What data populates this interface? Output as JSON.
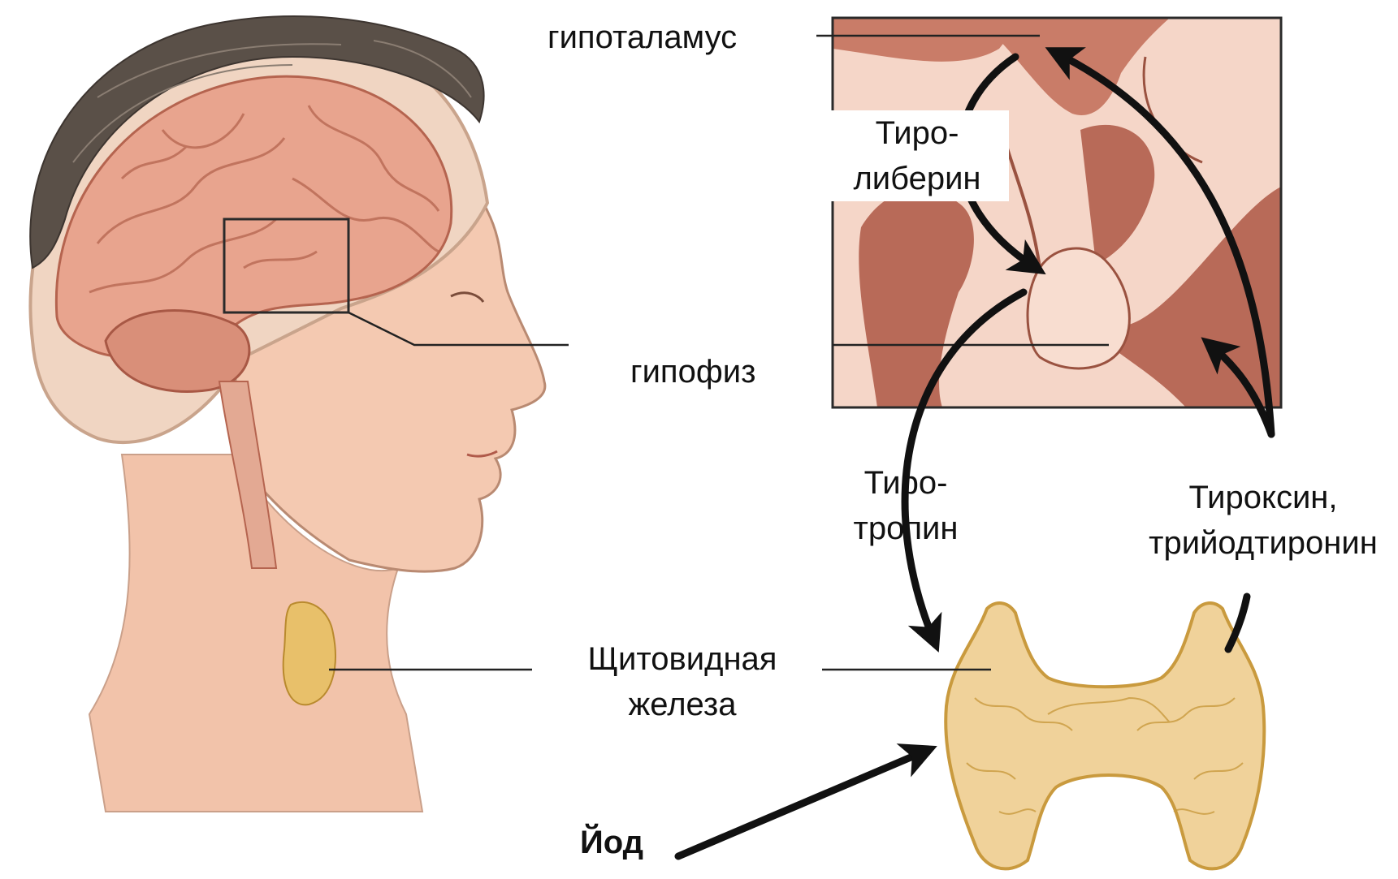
{
  "labels": {
    "hypothalamus": "гипоталамус",
    "thyroliberin_1": "Тиро-",
    "thyroliberin_2": "либерин",
    "pituitary": "гипофиз",
    "thyrotropin_1": "Тиро-",
    "thyrotropin_2": "тропин",
    "thyroxine_1": "Тироксин,",
    "thyroxine_2": "трийодтиронин",
    "thyroid_1": "Щитовидная",
    "thyroid_2": "железа",
    "iodine": "Йод"
  },
  "colors": {
    "skin": "#f2c3aa",
    "brain": "#e8a48e",
    "brain_dark": "#c06b55",
    "hair": "#5a5048",
    "inset_bg": "#f5d6c8",
    "tissue_dark": "#b86a58",
    "tissue_mid": "#d4927e",
    "thyroid": "#e8c06a",
    "thyroid_dark": "#c99a3e",
    "arrow": "#111111",
    "leader": "#222222"
  },
  "icons": {
    "head": "head-profile-illustration",
    "gland": "thyroid-gland-illustration"
  }
}
